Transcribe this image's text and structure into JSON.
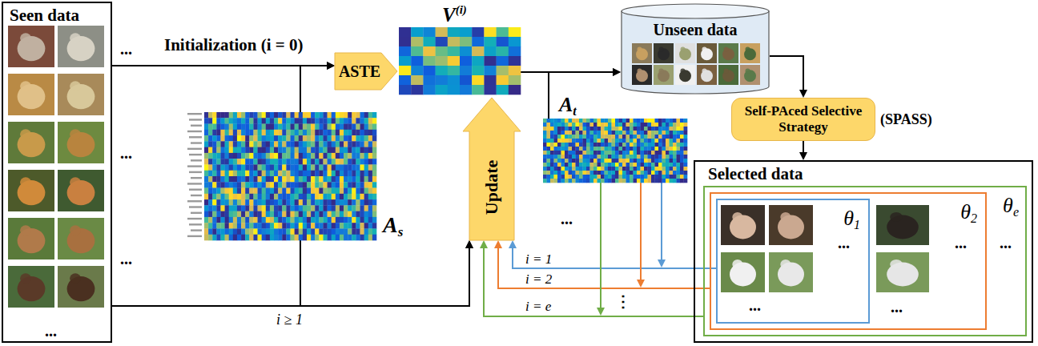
{
  "diagram": {
    "nodes": [
      {
        "text": [
          "Seen data"
        ]
      },
      {
        "text": [
          "ASTE"
        ]
      },
      {
        "text": [
          "V",
          "(i)"
        ]
      },
      {
        "text": [
          "Unseen data"
        ]
      },
      {
        "text": [
          "A",
          "s"
        ]
      },
      {
        "text": [
          "Update"
        ]
      },
      {
        "text": [
          "A",
          "t"
        ]
      },
      {
        "text": [
          "Self-PAced Selective Strategy",
          "(SPASS)"
        ]
      },
      {
        "text": [
          "Selected data"
        ]
      },
      {
        "text": [
          "θ",
          "e"
        ],
        "in": 8
      },
      {
        "text": [
          "θ",
          "2"
        ],
        "in": 9
      },
      {
        "text": [
          "θ",
          "1"
        ],
        "in": 10
      }
    ],
    "edges": [
      {
        "from": 0,
        "to": 1,
        "arrow": "to",
        "label": "Initialization (i = 0)"
      },
      {
        "from": 4,
        "to": 1,
        "arrow": "to"
      },
      {
        "from": 0,
        "to": 5,
        "arrow": "to",
        "label": "i ≥ 1"
      },
      {
        "from": 4,
        "to": 5,
        "arrow": "to"
      },
      {
        "from": 2,
        "to": 3,
        "arrow": "to"
      },
      {
        "from": 6,
        "to": 3,
        "arrow": "to"
      },
      {
        "from": 3,
        "to": 7,
        "arrow": "to"
      },
      {
        "from": 7,
        "to": 8,
        "arrow": "to"
      },
      {
        "from": 11,
        "to": 5,
        "arrow": "to",
        "label": "i = 1"
      },
      {
        "from": 10,
        "to": 5,
        "arrow": "to",
        "label": "i = 2"
      },
      {
        "from": 9,
        "to": 5,
        "arrow": "to",
        "label": "i = e"
      }
    ],
    "labels": [
      "...",
      "...",
      "...",
      "...",
      "...",
      "⋮",
      "...",
      "...",
      "...",
      "...",
      "..."
    ]
  }
}
